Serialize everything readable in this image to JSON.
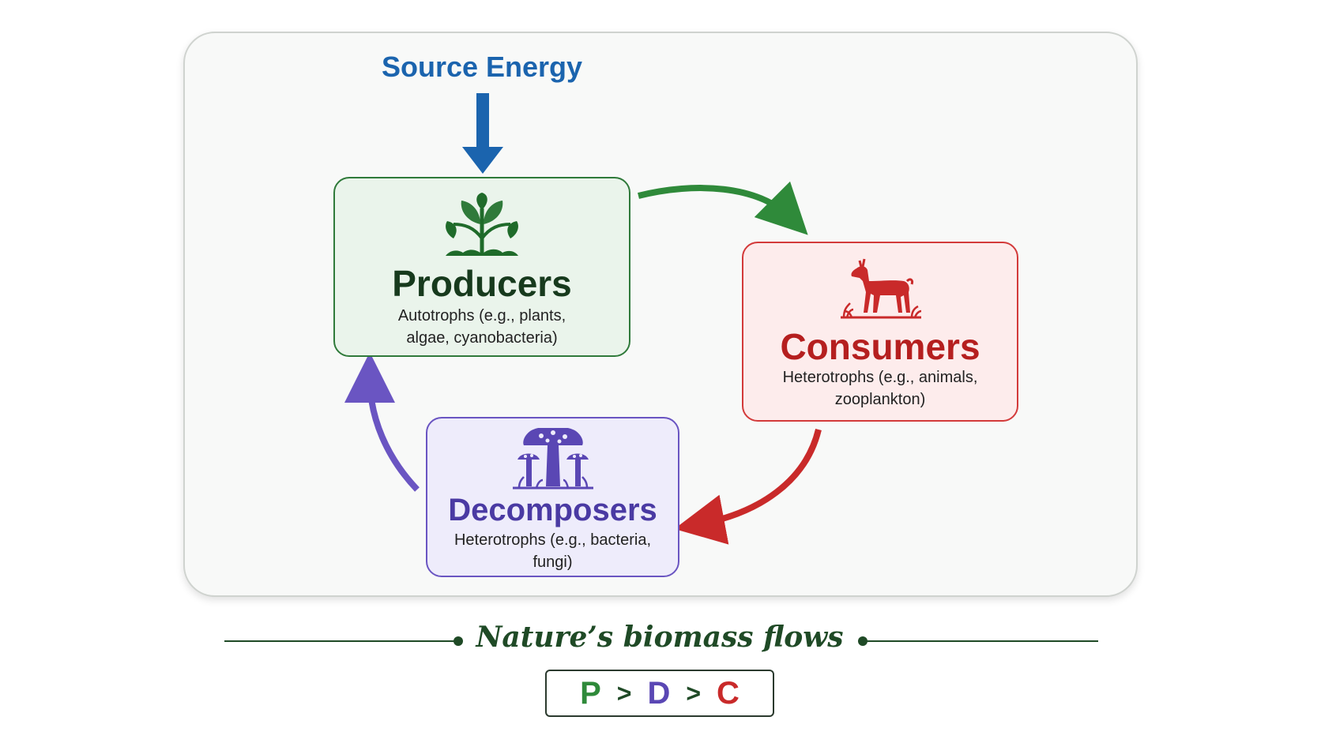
{
  "source": {
    "title": "Source Energy"
  },
  "nodes": {
    "producers": {
      "title": "Producers",
      "desc_line1": "Autotrophs (e.g., plants,",
      "desc_line2": "algae, cyanobacteria)",
      "icon": "plant-icon",
      "color": "#2f7a3a"
    },
    "consumers": {
      "title": "Consumers",
      "desc_line1": "Heterotrophs (e.g., animals,",
      "desc_line2": "zooplankton)",
      "icon": "deer-icon",
      "color": "#d33a3a"
    },
    "decomposers": {
      "title": "Decomposers",
      "desc_line1": "Heterotrophs (e.g., bacteria,",
      "desc_line2": "fungi)",
      "icon": "mushroom-icon",
      "color": "#6a55c2"
    }
  },
  "footer": {
    "title": "Nature’s biomass flows",
    "order": {
      "p": "P",
      "sep1": ">",
      "d": "D",
      "sep2": ">",
      "c": "C"
    }
  },
  "colors": {
    "energy": "#1b64ae",
    "producer": "#2f7a3a",
    "consumer": "#d33a3a",
    "decomposer": "#6a55c2"
  }
}
